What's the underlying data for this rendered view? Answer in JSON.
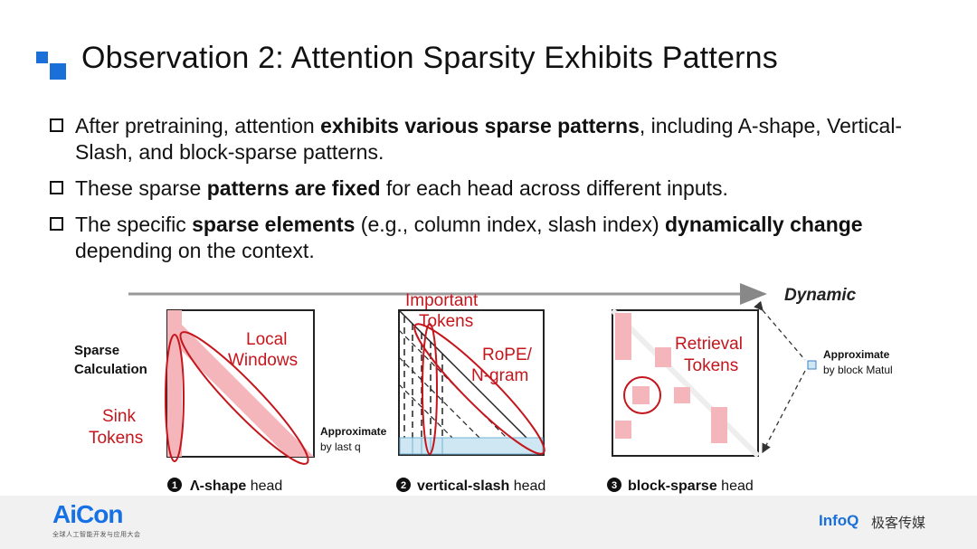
{
  "title": "Observation 2: Attention Sparsity Exhibits Patterns",
  "bullets": {
    "b1": {
      "t1": "After pretraining, attention ",
      "b1": "exhibits various sparse patterns",
      "t2": ", including A-shape, Vertical-Slash, and block-sparse patterns."
    },
    "b2": {
      "t1": "These sparse ",
      "b1": "patterns are fixed",
      "t2": " for each head across different inputs."
    },
    "b3": {
      "t1": "The specific ",
      "b1": "sparse elements",
      "t2": " (e.g., column index, slash index) ",
      "b2": "dynamically change",
      "t3": " depending on the context."
    }
  },
  "figure": {
    "dynamic_label": "Dynamic",
    "sparse_calc_1": "Sparse",
    "sparse_calc_2": "Calculation",
    "local_windows_1": "Local",
    "local_windows_2": "Windows",
    "sink_tokens_1": "Sink",
    "sink_tokens_2": "Tokens",
    "approx_last_q_1": "Approximate",
    "approx_last_q_2": "by last q",
    "important_tokens_1": "Important",
    "important_tokens_2": "Tokens",
    "rope_1": "RoPE/",
    "rope_2": "N-gram",
    "retrieval_1": "Retrieval",
    "retrieval_2": "Tokens",
    "approx_block_1": "Approximate",
    "approx_block_2": "by block Matul",
    "head1_num": "1",
    "head1_bold": "Λ-shape",
    "head1_rest": " head",
    "head2_num": "2",
    "head2_bold": "vertical-slash",
    "head2_rest": " head",
    "head3_num": "3",
    "head3_bold": "block-sparse",
    "head3_rest": " head"
  },
  "footer": {
    "brand": "AiCon",
    "brand_sub": "全球人工智能开发与应用大会",
    "infoq": "InfoQ",
    "infoq_cn": "极客传媒"
  },
  "colors": {
    "accent": "#1a6fd8",
    "annotation_red": "#c4161c",
    "pattern_pink": "#f4b6bb",
    "pattern_blue": "#6fb3d6"
  }
}
